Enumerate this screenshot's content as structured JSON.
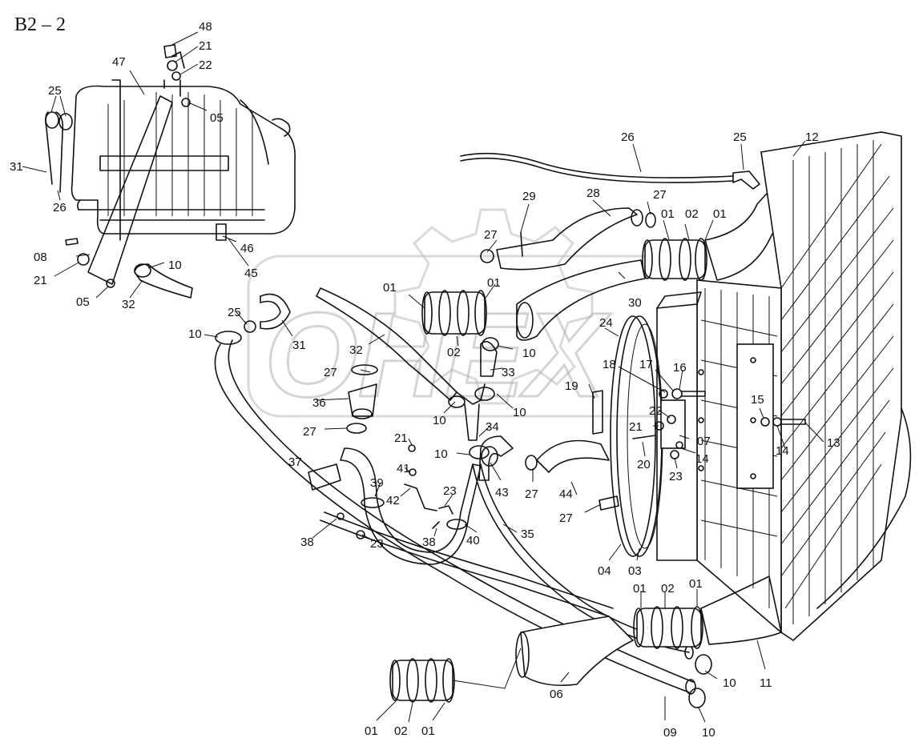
{
  "title": "B2 – 2",
  "watermark": "OHEX",
  "callouts": [
    {
      "id": "48"
    },
    {
      "id": "21"
    },
    {
      "id": "22"
    },
    {
      "id": "47"
    },
    {
      "id": "25"
    },
    {
      "id": "05"
    },
    {
      "id": "31"
    },
    {
      "id": "26"
    },
    {
      "id": "08"
    },
    {
      "id": "21"
    },
    {
      "id": "46"
    },
    {
      "id": "45"
    },
    {
      "id": "10"
    },
    {
      "id": "05"
    },
    {
      "id": "32"
    },
    {
      "id": "26"
    },
    {
      "id": "25"
    },
    {
      "id": "12"
    },
    {
      "id": "29"
    },
    {
      "id": "28"
    },
    {
      "id": "27"
    },
    {
      "id": "01"
    },
    {
      "id": "02"
    },
    {
      "id": "01"
    },
    {
      "id": "27"
    },
    {
      "id": "30"
    },
    {
      "id": "01"
    },
    {
      "id": "01"
    },
    {
      "id": "02"
    },
    {
      "id": "25"
    },
    {
      "id": "10"
    },
    {
      "id": "31"
    },
    {
      "id": "32"
    },
    {
      "id": "10"
    },
    {
      "id": "33"
    },
    {
      "id": "24"
    },
    {
      "id": "27"
    },
    {
      "id": "36"
    },
    {
      "id": "10"
    },
    {
      "id": "10"
    },
    {
      "id": "34"
    },
    {
      "id": "27"
    },
    {
      "id": "21"
    },
    {
      "id": "10"
    },
    {
      "id": "18"
    },
    {
      "id": "17"
    },
    {
      "id": "16"
    },
    {
      "id": "19"
    },
    {
      "id": "22"
    },
    {
      "id": "21"
    },
    {
      "id": "07"
    },
    {
      "id": "20"
    },
    {
      "id": "14"
    },
    {
      "id": "23"
    },
    {
      "id": "15"
    },
    {
      "id": "14"
    },
    {
      "id": "13"
    },
    {
      "id": "37"
    },
    {
      "id": "41"
    },
    {
      "id": "39"
    },
    {
      "id": "42"
    },
    {
      "id": "23"
    },
    {
      "id": "43"
    },
    {
      "id": "27"
    },
    {
      "id": "44"
    },
    {
      "id": "27"
    },
    {
      "id": "38"
    },
    {
      "id": "23"
    },
    {
      "id": "38"
    },
    {
      "id": "40"
    },
    {
      "id": "35"
    },
    {
      "id": "04"
    },
    {
      "id": "03"
    },
    {
      "id": "01"
    },
    {
      "id": "02"
    },
    {
      "id": "01"
    },
    {
      "id": "06"
    },
    {
      "id": "10"
    },
    {
      "id": "11"
    },
    {
      "id": "01"
    },
    {
      "id": "02"
    },
    {
      "id": "01"
    },
    {
      "id": "09"
    },
    {
      "id": "10"
    }
  ]
}
